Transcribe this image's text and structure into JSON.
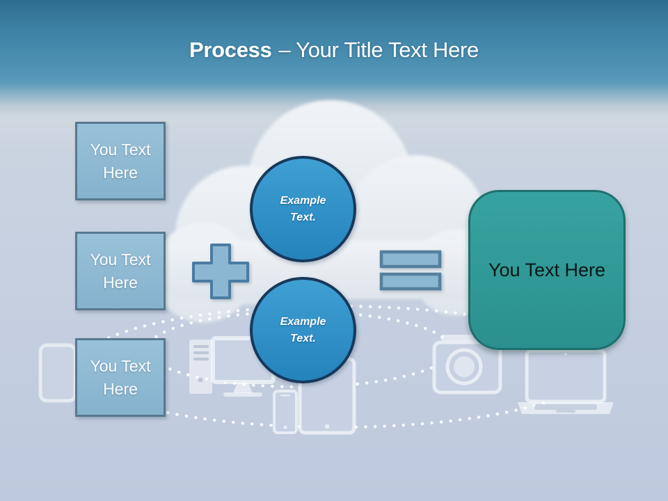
{
  "slide": {
    "title": {
      "emphasis": "Process",
      "rest": "– Your Title Text Here"
    },
    "input_boxes": [
      {
        "line1": "You Text",
        "line2": "Here"
      },
      {
        "line1": "You Text",
        "line2": "Here"
      },
      {
        "line1": "You Text",
        "line2": "Here"
      }
    ],
    "example_circles": [
      {
        "line1": "Example",
        "line2": "Text."
      },
      {
        "line1": "Example",
        "line2": "Text."
      }
    ],
    "result_box": {
      "label": "You Text Here"
    },
    "operators": {
      "plus": "plus-sign",
      "equals": "equals-sign"
    },
    "background": {
      "cloud": "cloud-shape",
      "connection_path": "dotted-ellipse",
      "icons": [
        "desktop-tower",
        "monitor",
        "smartphone",
        "tablet",
        "camera",
        "laptop",
        "partial-tablet"
      ]
    },
    "colors": {
      "header_top": "#2e6d8d",
      "header_blue": "#4d90b2",
      "canvas": "#c2ccdf",
      "box_fill": "#8cb7d2",
      "box_border": "#56798f",
      "circle_fill": "#2c8cc4",
      "circle_border": "#16395b",
      "operator_fill": "#8cb7d2",
      "operator_border": "#4a7ca2",
      "result_fill": "#2e9794",
      "result_border": "#1e6f6d",
      "cloud": "#e6ebef",
      "title_text": "#ffffff",
      "result_text": "#0b1616"
    }
  }
}
